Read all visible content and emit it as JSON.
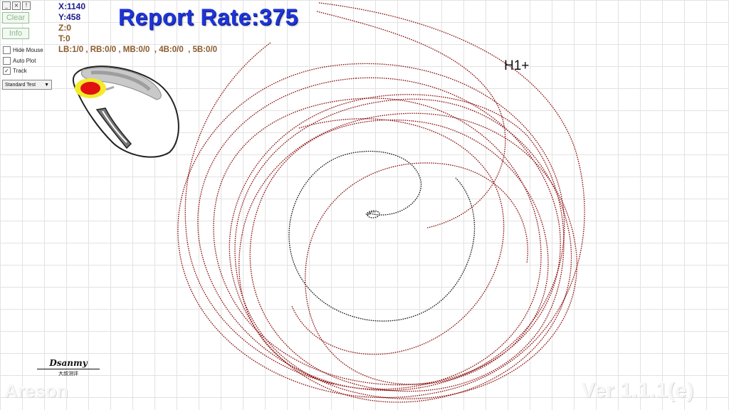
{
  "window_buttons": [
    "_",
    "×",
    "!"
  ],
  "buttons": {
    "clear": "Clear",
    "info": "Info"
  },
  "checkboxes": [
    {
      "label": "Hide Mouse",
      "checked": false
    },
    {
      "label": "Auto Plot",
      "checked": false
    },
    {
      "label": "Track",
      "checked": true
    }
  ],
  "test_mode": {
    "selected": "Standard Test"
  },
  "stats": {
    "x": "X:1140",
    "y": "Y:458",
    "z": "Z:0",
    "t": "T:0",
    "buttons": "LB:1/0 , RB:0/0 , MB:0/0  , 4B:0/0  , 5B:0/0"
  },
  "report_rate": "Report Rate:375",
  "annotation": "H1+",
  "logo": {
    "name": "Dsanmy",
    "sub": "大叔测评"
  },
  "footer": {
    "brand": "Areson",
    "version": "Ver 1.1.1(e)"
  },
  "colors": {
    "trace_red": "#8b0d0d",
    "trace_black": "#111111",
    "rate_blue": "#1d35d9",
    "stat_blue": "#1a1a8c",
    "stat_brown": "#8b5a2b"
  }
}
